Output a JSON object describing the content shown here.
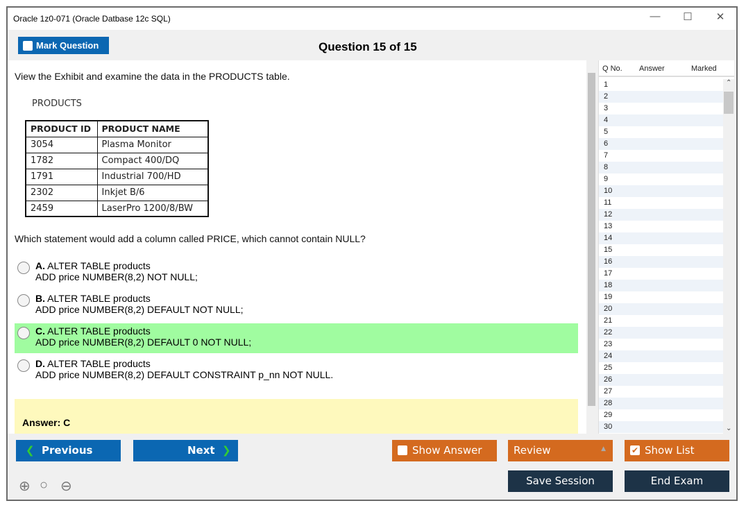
{
  "window": {
    "title": "Oracle 1z0-071 (Oracle Datbase 12c SQL)",
    "controls": [
      "—",
      "☐",
      "✕"
    ]
  },
  "header": {
    "mark_label": "Mark Question",
    "question_title": "Question 15 of 15"
  },
  "question": {
    "intro": "View the Exhibit and examine the data in the PRODUCTS table.",
    "exhibit": {
      "title": "PRODUCTS",
      "columns": [
        "PRODUCT ID",
        "PRODUCT NAME"
      ],
      "rows": [
        [
          "3054",
          "Plasma Monitor"
        ],
        [
          "1782",
          "Compact 400/DQ"
        ],
        [
          "1791",
          "Industrial 700/HD"
        ],
        [
          "2302",
          "Inkjet B/6"
        ],
        [
          "2459",
          "LaserPro 1200/8/BW"
        ]
      ]
    },
    "prompt": "Which statement would add a column called PRICE, which cannot contain NULL?",
    "options": [
      {
        "letter": "A.",
        "line1": "ALTER TABLE products",
        "line2": "ADD price NUMBER(8,2) NOT NULL;"
      },
      {
        "letter": "B.",
        "line1": "ALTER TABLE products",
        "line2": "ADD price NUMBER(8,2) DEFAULT NOT NULL;"
      },
      {
        "letter": "C.",
        "line1": "ALTER TABLE products",
        "line2": "ADD price NUMBER(8,2) DEFAULT 0 NOT NULL;",
        "highlighted": true
      },
      {
        "letter": "D.",
        "line1": "ALTER TABLE products",
        "line2": "ADD price NUMBER(8,2) DEFAULT CONSTRAINT p_nn NOT NULL."
      }
    ],
    "answer": "Answer: C"
  },
  "list": {
    "headers": [
      "Q No.",
      "Answer",
      "Marked"
    ],
    "numbers": [
      "1",
      "2",
      "3",
      "4",
      "5",
      "6",
      "7",
      "8",
      "9",
      "10",
      "11",
      "12",
      "13",
      "14",
      "15",
      "16",
      "17",
      "18",
      "19",
      "20",
      "21",
      "22",
      "23",
      "24",
      "25",
      "26",
      "27",
      "28",
      "29",
      "30"
    ]
  },
  "footer": {
    "previous": "Previous",
    "next": "Next",
    "show_answer": "Show Answer",
    "review": "Review",
    "show_list": "Show List",
    "save_session": "Save Session",
    "end_exam": "End Exam"
  },
  "colors": {
    "blue": "#0b67b2",
    "orange": "#d46a1f",
    "navy": "#1d3347",
    "correct_highlight": "#a0fca0",
    "answer_bg": "#fef9bd"
  }
}
